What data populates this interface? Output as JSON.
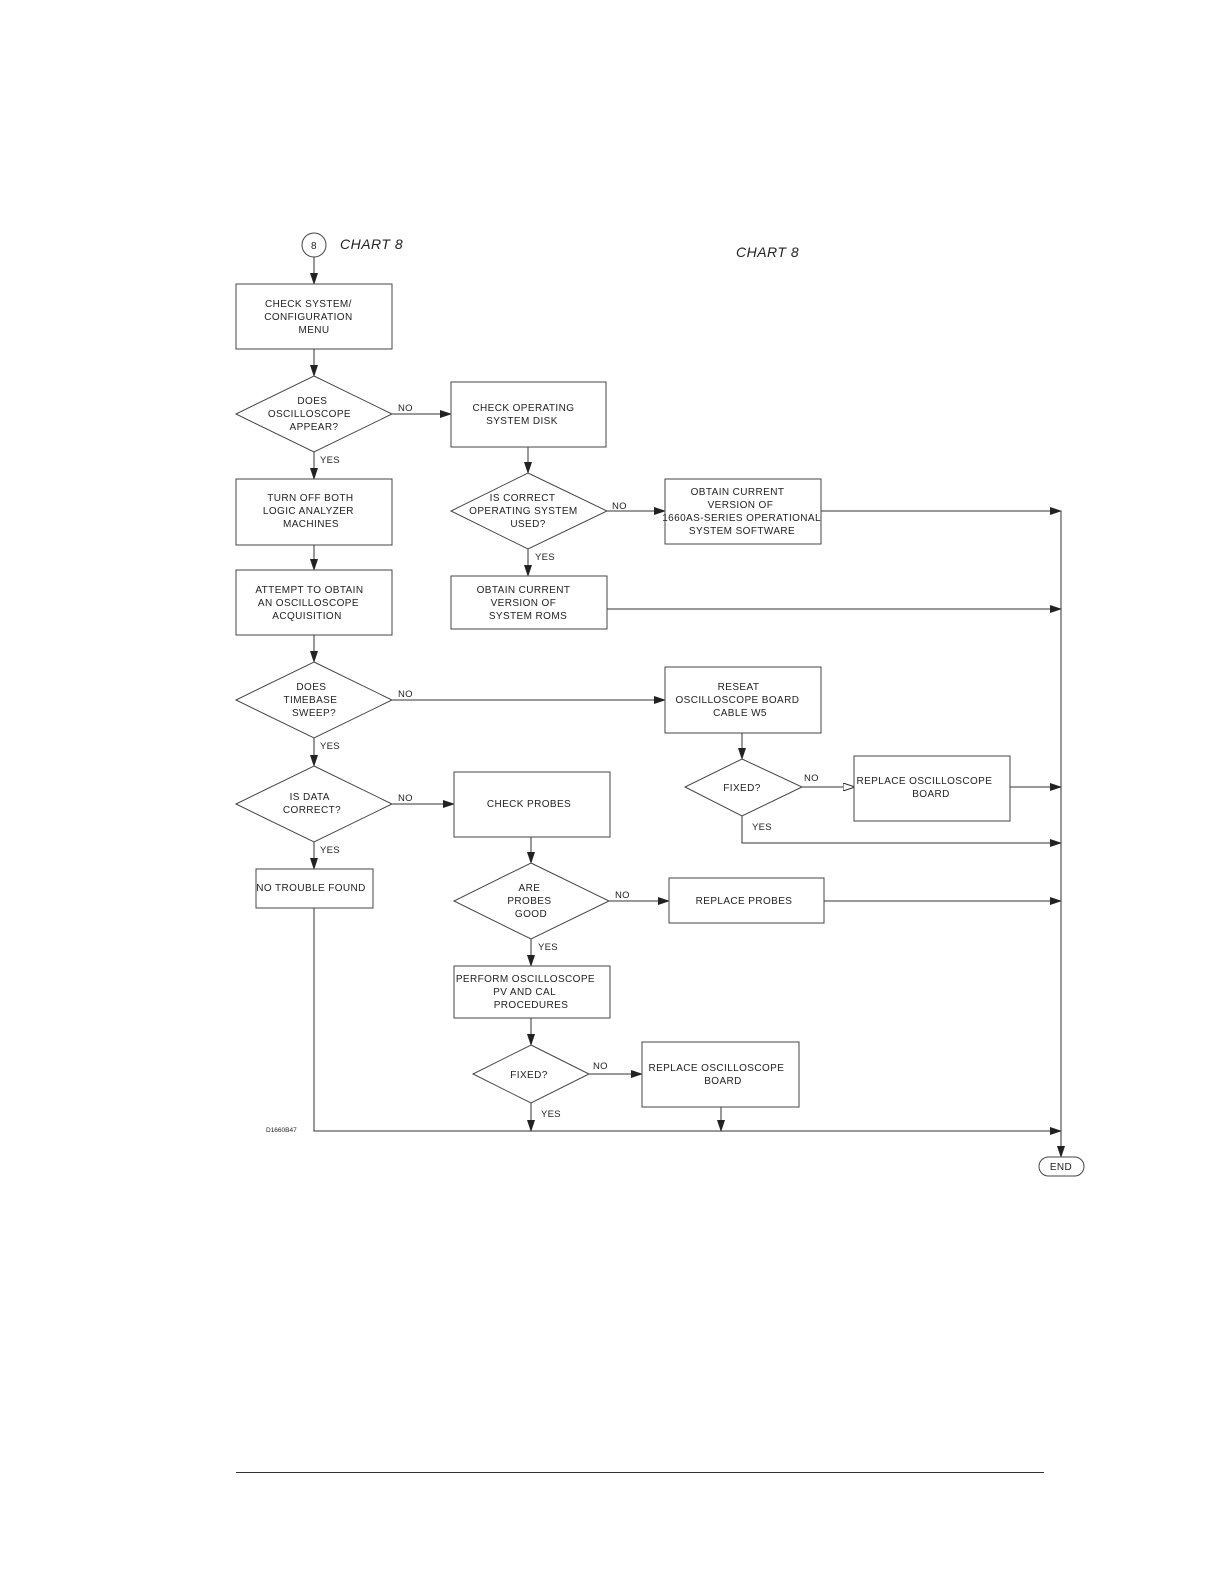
{
  "headers": {
    "left": "CHART 8",
    "right": "CHART 8",
    "connector": "8",
    "drawing_id": "D1660B47"
  },
  "nodes": {
    "check_system_menu": [
      "CHECK SYSTEM/",
      "CONFIGURATION",
      "MENU"
    ],
    "does_osc_appear": [
      "DOES",
      "OSCILLOSCOPE",
      "APPEAR?"
    ],
    "check_os_disk": [
      "CHECK OPERATING",
      "SYSTEM DISK"
    ],
    "turn_off_both": [
      "TURN OFF BOTH",
      "LOGIC ANALYZER",
      "MACHINES"
    ],
    "is_correct_os": [
      "IS CORRECT",
      "OPERATING SYSTEM",
      "USED?"
    ],
    "obtain_software": [
      "OBTAIN CURRENT",
      "VERSION OF",
      "1660AS-SERIES OPERATIONAL",
      "SYSTEM SOFTWARE"
    ],
    "attempt_acq": [
      "ATTEMPT TO OBTAIN",
      "AN OSCILLOSCOPE",
      "ACQUISITION"
    ],
    "obtain_roms": [
      "OBTAIN CURRENT",
      "VERSION OF",
      "SYSTEM ROMS"
    ],
    "timebase_sweep": [
      "DOES",
      "TIMEBASE",
      "SWEEP?"
    ],
    "reseat_board": [
      "RESEAT",
      "OSCILLOSCOPE BOARD",
      "CABLE W5"
    ],
    "fixed_1": [
      "FIXED?"
    ],
    "replace_board_1": [
      "REPLACE OSCILLOSCOPE",
      "BOARD"
    ],
    "is_data_correct": [
      "IS DATA",
      "CORRECT?"
    ],
    "check_probes": [
      "CHECK PROBES"
    ],
    "no_trouble": [
      "NO TROUBLE FOUND"
    ],
    "probes_good": [
      "ARE",
      "PROBES",
      "GOOD"
    ],
    "replace_probes": [
      "REPLACE PROBES"
    ],
    "perform_pv_cal": [
      "PERFORM OSCILLOSCOPE",
      "PV AND CAL",
      "PROCEDURES"
    ],
    "fixed_2": [
      "FIXED?"
    ],
    "replace_board_2": [
      "REPLACE OSCILLOSCOPE",
      "BOARD"
    ],
    "end": [
      "END"
    ]
  },
  "edge_labels": {
    "yes": "YES",
    "no": "NO"
  }
}
